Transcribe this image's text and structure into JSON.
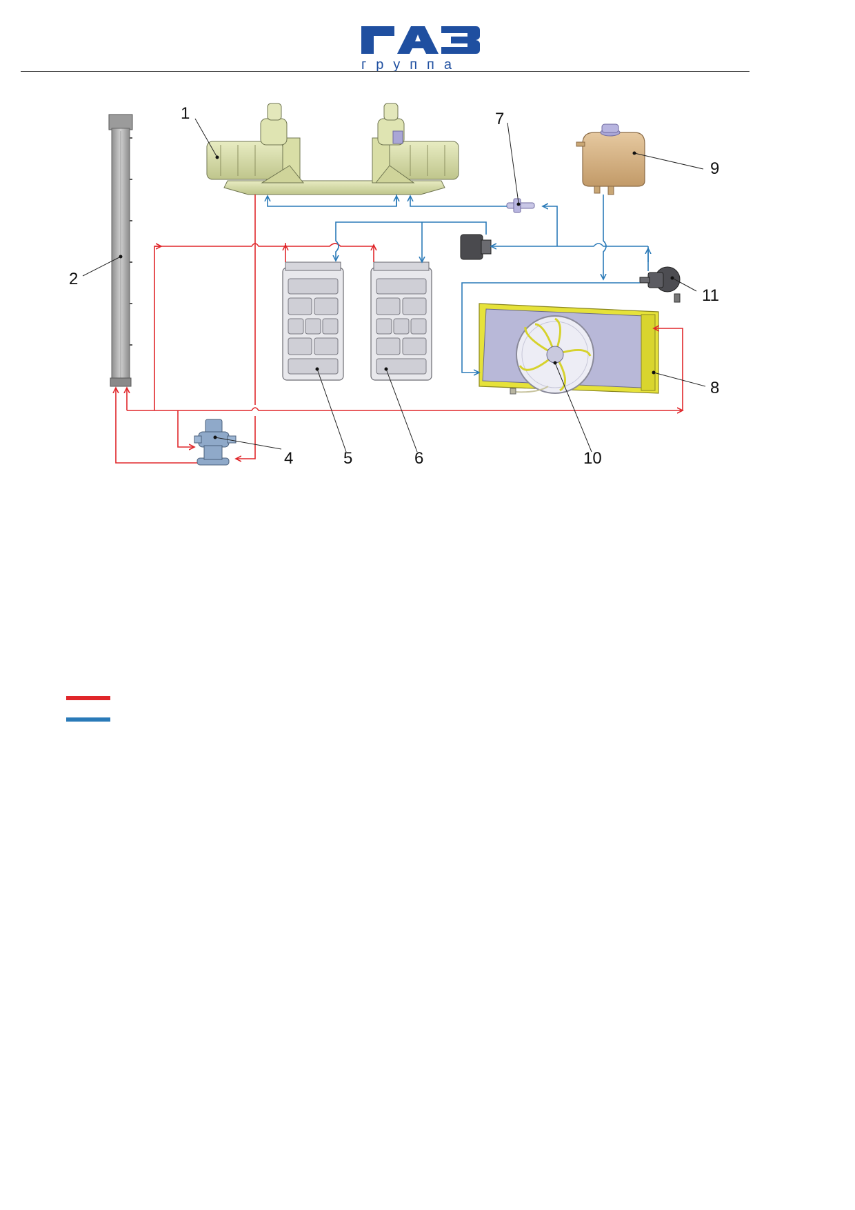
{
  "header": {
    "logo_main": "ГАЗ",
    "logo_sub": "группа",
    "brand_color": "#1f4fa0"
  },
  "diagram": {
    "hot_line_color": "#e0262a",
    "cold_line_color": "#2a7ab8",
    "callouts": [
      "1",
      "2",
      "4",
      "5",
      "6",
      "7",
      "8",
      "9",
      "10",
      "11"
    ]
  },
  "legend": {
    "hot_swatch_color": "#e0262a",
    "cold_swatch_color": "#2a7ab8"
  }
}
